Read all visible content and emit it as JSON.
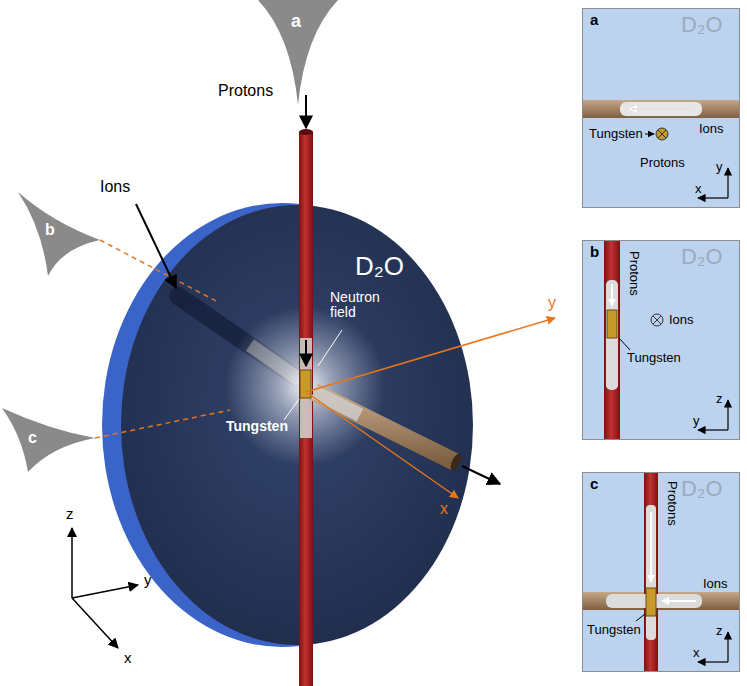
{
  "diagram": {
    "nodes": [
      {
        "text": [
          "a",
          "D₂O",
          "Ions",
          "Tungsten",
          "Protons",
          "y",
          "x"
        ]
      },
      {
        "text": [
          "b",
          "D₂O",
          "Protons",
          "Ions",
          "Tungsten",
          "z",
          "y"
        ]
      },
      {
        "text": [
          "c",
          "D₂O",
          "Protons",
          "Ions",
          "Tungsten",
          "z",
          "x"
        ]
      }
    ],
    "labels": [
      "a",
      "b",
      "c",
      "Ions",
      "Protons",
      "D₂O",
      "Neutron field",
      "Tungsten",
      "y",
      "x",
      "z",
      "y",
      "x"
    ]
  }
}
